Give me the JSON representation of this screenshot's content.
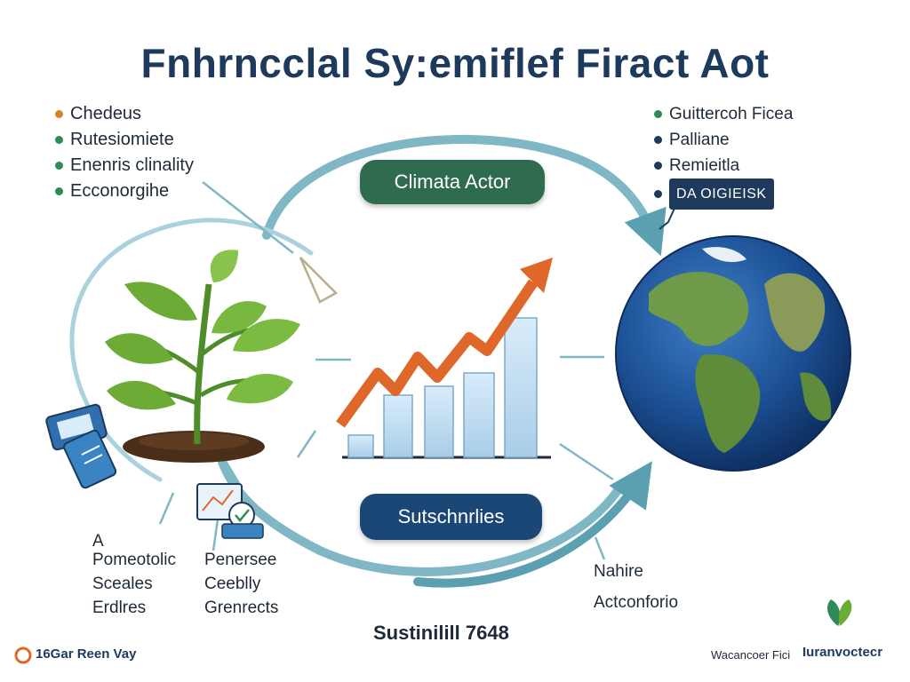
{
  "title": "Fnhrncclal Sy:emiflef Firact Aot",
  "left_list": {
    "items": [
      {
        "label": "Chedeus",
        "color": "#d9822b"
      },
      {
        "label": "Rutesiomiete",
        "color": "#2e8b57"
      },
      {
        "label": "Enenris clinality",
        "color": "#2e8b57"
      },
      {
        "label": "Ecconorgihe",
        "color": "#2e8b57"
      }
    ]
  },
  "right_list": {
    "items": [
      {
        "label": "Guittercoh Ficea",
        "color": "#2e8b57"
      },
      {
        "label": "Palliane",
        "color": "#1d3a5c"
      },
      {
        "label": "Remieitla",
        "color": "#1d3a5c"
      }
    ],
    "tag": "DA OIGIEISK"
  },
  "pills": {
    "top": "Climata Actor",
    "bottom": "Sutschnrlies"
  },
  "captions": {
    "left_marker": "A",
    "left_col1": [
      "Pomeotolic",
      "Sceales",
      "Erdlres"
    ],
    "left_col2": [
      "Penersee",
      "Ceeblly",
      "Grenrects"
    ],
    "right_marker": "Nahire",
    "right_col": "Actconforio",
    "bottom_center": "Sustinilill 7648"
  },
  "footer": {
    "left_brand": "16Gar Reen Vay",
    "right_text": "Wacancoer Fici",
    "right_brand": "Iuranvoctecr"
  },
  "colors": {
    "title": "#1d3a5c",
    "pill_top": "#2f6b4f",
    "pill_bottom": "#1b4777",
    "cycle": "#7fb8c4",
    "trend_arrow": "#e0672a",
    "bars": "#bcd9f0"
  },
  "icons": [
    "plant-icon",
    "earth-globe-icon",
    "growth-chart-icon",
    "id-card-icon",
    "analytics-monitor-icon",
    "leaf-logo-icon"
  ]
}
